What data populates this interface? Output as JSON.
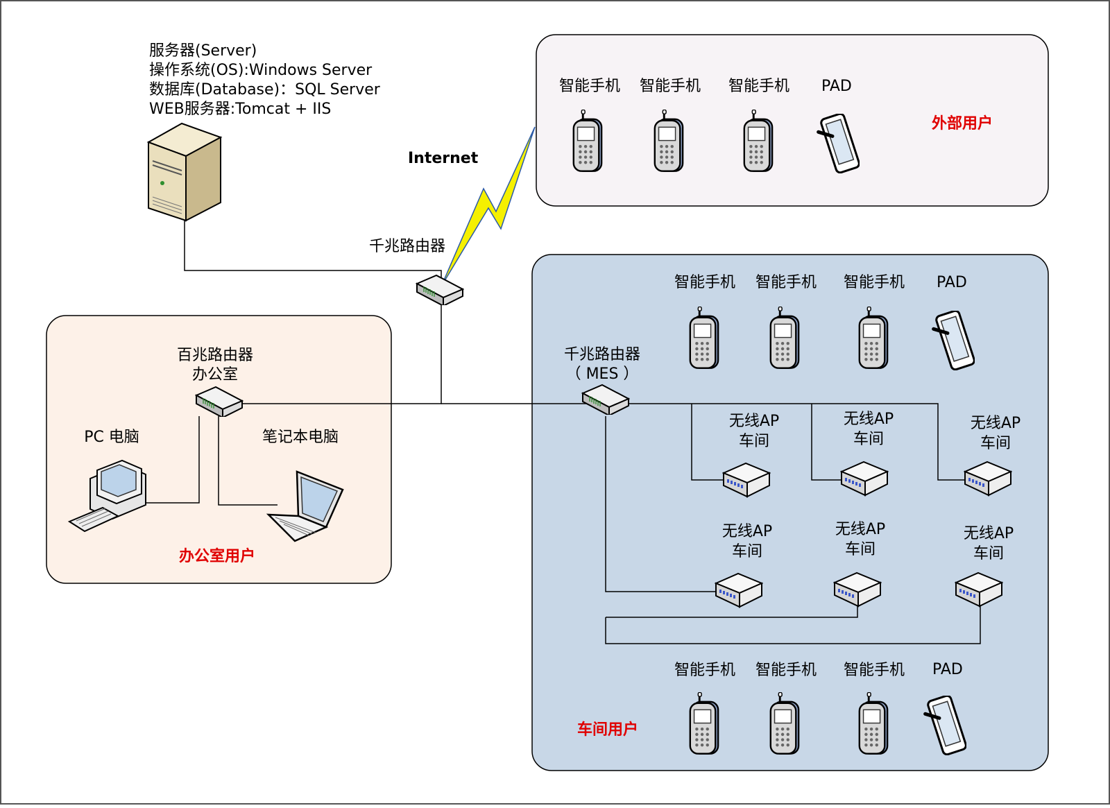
{
  "server": {
    "line1": "服务器(Server)",
    "line2": "操作系统(OS):Windows Server",
    "line3": "数据库(Database)：SQL Server",
    "line4": "WEB服务器:Tomcat + IIS"
  },
  "internet_label": "Internet",
  "gigabit_router_label": "千兆路由器",
  "external_group": {
    "title": "外部用户",
    "devices": [
      "智能手机",
      "智能手机",
      "智能手机",
      "PAD"
    ]
  },
  "office_group": {
    "title": "办公室用户",
    "router_line1": "百兆路由器",
    "router_line2": "办公室",
    "pc_label": "PC 电脑",
    "laptop_label": "笔记本电脑"
  },
  "workshop_group": {
    "title": "车间用户",
    "router_line1": "千兆路由器",
    "router_line2": "（ MES ）",
    "top_devices": [
      "智能手机",
      "智能手机",
      "智能手机",
      "PAD"
    ],
    "bottom_devices": [
      "智能手机",
      "智能手机",
      "智能手机",
      "PAD"
    ],
    "ap_line1": "无线AP",
    "ap_line2": "车间"
  },
  "colors": {
    "group_title": "#e00000",
    "external_fill": "#f7f3f6",
    "office_fill": "#fdf1e8",
    "workshop_fill": "#c8d7e7",
    "lightning": "#f5f000"
  }
}
